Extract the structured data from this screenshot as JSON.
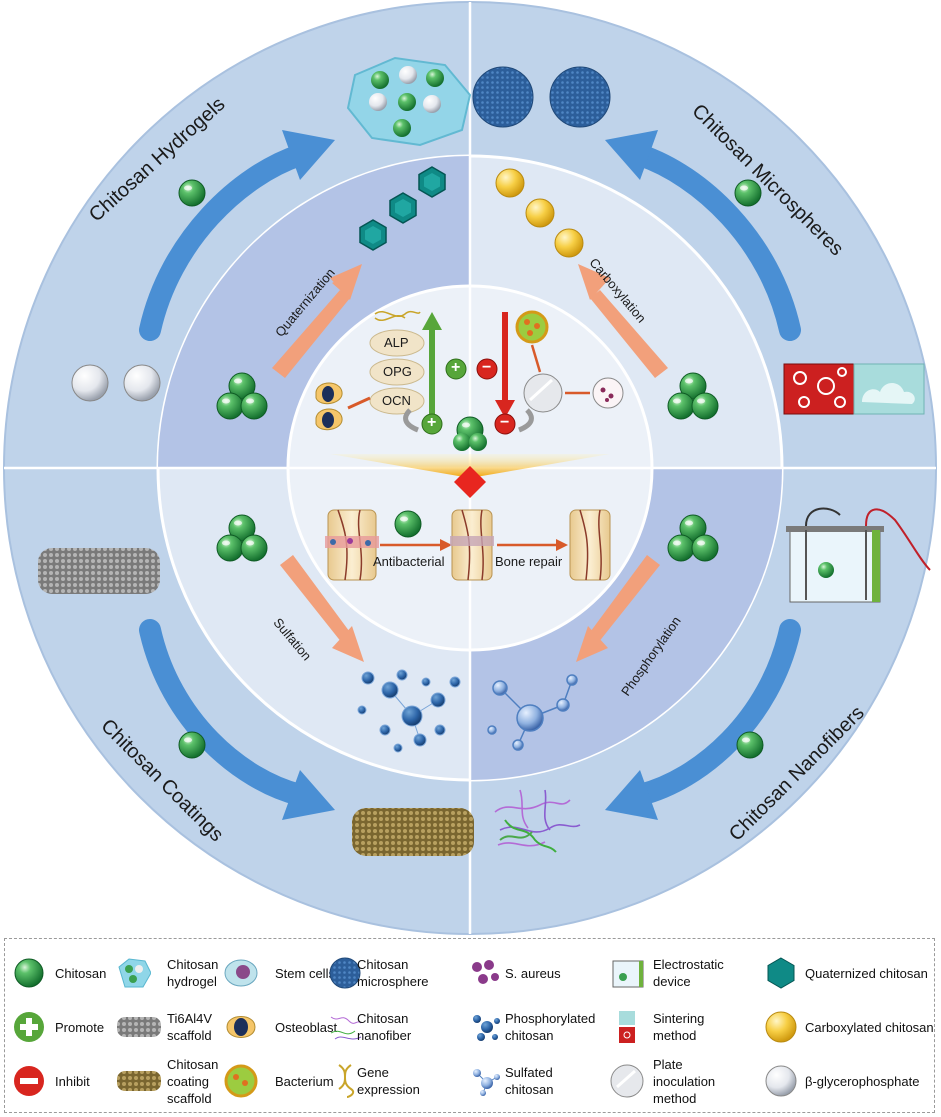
{
  "quadrants": {
    "hydrogels": "Chitosan Hydrogels",
    "microspheres": "Chitosan Microspheres",
    "coatings": "Chitosan Coatings",
    "nanofibers": "Chitosan Nanofibers"
  },
  "modifications": {
    "quaternization": "Quaternization",
    "carboxylation": "Carboxylation",
    "sulfation": "Sulfation",
    "phosphorylation": "Phosphorylation"
  },
  "center": {
    "genes": [
      "ALP",
      "OPG",
      "OCN"
    ],
    "promote_symbol": "+",
    "inhibit_symbol": "−",
    "antibacterial": "Antibacterial",
    "bone_repair": "Bone repair"
  },
  "legend": [
    {
      "icon": "chitosan",
      "label": "Chitosan"
    },
    {
      "icon": "chitosan-hydrogel",
      "label": "Chitosan\nhydrogel"
    },
    {
      "icon": "stem-cell",
      "label": "Stem cells"
    },
    {
      "icon": "chitosan-microsphere",
      "label": "Chitosan\nmicrosphere"
    },
    {
      "icon": "s-aureus",
      "label": "S. aureus"
    },
    {
      "icon": "electrostatic-device",
      "label": "Electrostatic\ndevice"
    },
    {
      "icon": "quaternized-chitosan",
      "label": "Quaternized chitosan"
    },
    {
      "icon": "promote",
      "label": "Promote"
    },
    {
      "icon": "ti6al4v-scaffold",
      "label": "Ti6Al4V\nscaffold"
    },
    {
      "icon": "osteoblast",
      "label": "Osteoblast"
    },
    {
      "icon": "chitosan-nanofiber",
      "label": "Chitosan\nnanofiber"
    },
    {
      "icon": "phosphorylated-chitosan",
      "label": "Phosphorylated\nchitosan"
    },
    {
      "icon": "sintering-method",
      "label": "Sintering\nmethod"
    },
    {
      "icon": "carboxylated-chitosan",
      "label": "Carboxylated chitosan"
    },
    {
      "icon": "inhibit",
      "label": "Inhibit"
    },
    {
      "icon": "chitosan-coating-scaffold",
      "label": "Chitosan\ncoating\nscaffold"
    },
    {
      "icon": "bacterium",
      "label": "Bacterium"
    },
    {
      "icon": "gene-expression",
      "label": "Gene\nexpression"
    },
    {
      "icon": "sulfated-chitosan",
      "label": "Sulfated\nchitosan"
    },
    {
      "icon": "plate-inoculation-method",
      "label": "Plate\ninoculation\nmethod"
    },
    {
      "icon": "beta-glycerophosphate",
      "label": "β-glycerophosphate"
    }
  ],
  "colors": {
    "outer_ring": "#bfd3ea",
    "mid_ring": "#dfe8f4",
    "accent_quadrant": "#b3c3e6",
    "inner_circle": "#ecf1f8",
    "big_arrow": "#4a8fd4",
    "small_arrow": "#f2a07b",
    "chitosan_green": "#2e9a4a",
    "promote_green": "#57a63a",
    "inhibit_red": "#d8261f"
  }
}
